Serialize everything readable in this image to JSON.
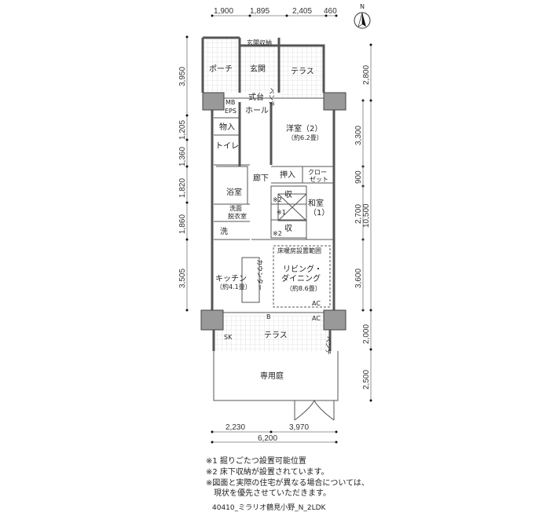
{
  "compass": {
    "label": "N"
  },
  "rooms": {
    "porch": "ポーチ",
    "genkan": "玄関",
    "genkan_storage": "玄関収納",
    "terrace_north": "テラス",
    "shikidai": "式台",
    "bench_north": "ベンチ",
    "mb_eps": [
      "MB",
      "EPS"
    ],
    "hall": "ホール",
    "storage": "物入",
    "toilet": "トイレ",
    "western_room": {
      "name": "洋室（2）",
      "size": "（約6.2畳）"
    },
    "corridor": "廊下",
    "oshiire": "押入",
    "closet": [
      "クロー",
      "ゼット"
    ],
    "bath": "浴室",
    "washroom": [
      "洗面",
      "脱衣室"
    ],
    "washer": "洗",
    "japanese_room": {
      "name": "和室",
      "num": "（1）"
    },
    "shu": "収",
    "mark1": "※1",
    "mark2": "※2",
    "floor_heating": "床暖房設置範囲",
    "living": {
      "name1": "リビング・",
      "name2": "ダイニング",
      "size": "（約8.6畳）"
    },
    "kitchen": {
      "name": "キッチン",
      "size": "（約4.1畳）"
    },
    "counter": "カウンター",
    "ac": "AC",
    "b": "B",
    "sk": "SK",
    "terrace_south": "テラス",
    "bench_south": "ベンチ",
    "garden": "専用庭"
  },
  "dimensions": {
    "top": [
      "1,900",
      "1,895",
      "2,405",
      "460"
    ],
    "left": [
      "3,950",
      "1,205",
      "1,360",
      "1,820",
      "1,860",
      "3,505"
    ],
    "right": [
      "2,800",
      "3,300",
      "900",
      "2,700",
      "3,600",
      "2,000",
      "2,500"
    ],
    "right_total": "10,500",
    "bottom": [
      "2,230",
      "3,970"
    ],
    "bottom_total": "6,200"
  },
  "notes": [
    "※1 掘りごたつ設置可能位置",
    "※2 床下収納が設置されています。",
    "※図面と実際の住宅が異なる場合については、",
    "　現状を優先させていただきます。"
  ],
  "plan_id": "40410_ミラリオ鶴見小野_N_2LDK"
}
